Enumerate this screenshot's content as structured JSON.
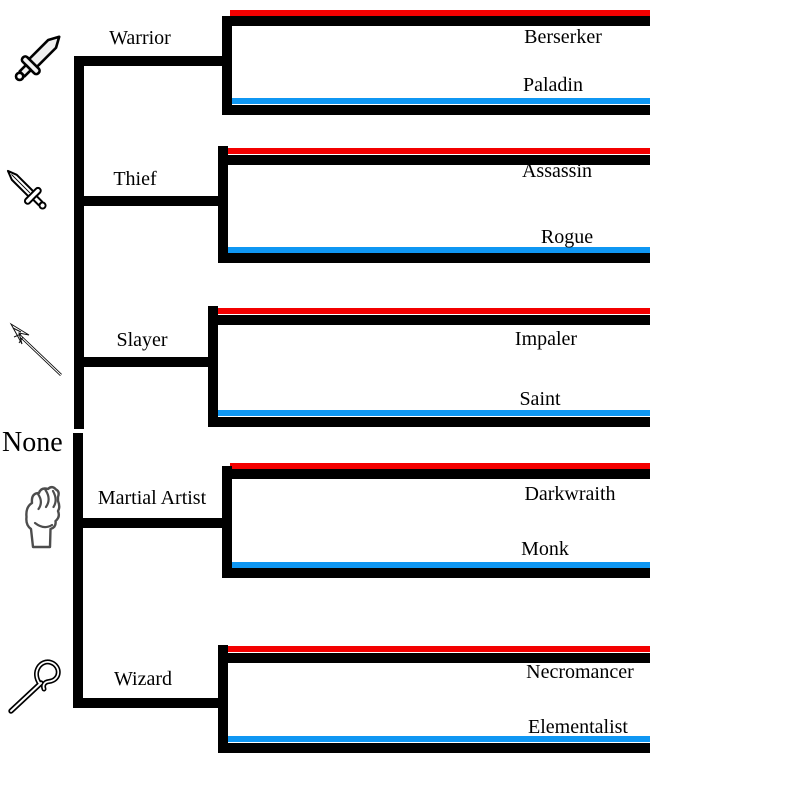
{
  "diagram": {
    "root": {
      "label": "None"
    },
    "classes": [
      {
        "name": "Warrior",
        "icon": "sword-icon",
        "subclasses": [
          {
            "name": "Berserker",
            "line_color": "#F30000"
          },
          {
            "name": "Paladin",
            "line_color": "#0F97F3"
          }
        ]
      },
      {
        "name": "Thief",
        "icon": "dagger-icon",
        "subclasses": [
          {
            "name": "Assassin",
            "line_color": "#F30000"
          },
          {
            "name": "Rogue",
            "line_color": "#0F97F3"
          }
        ]
      },
      {
        "name": "Slayer",
        "icon": "spear-icon",
        "subclasses": [
          {
            "name": "Impaler",
            "line_color": "#F30000"
          },
          {
            "name": "Saint",
            "line_color": "#0F97F3"
          }
        ]
      },
      {
        "name": "Martial Artist",
        "icon": "fist-icon",
        "subclasses": [
          {
            "name": "Darkwraith",
            "line_color": "#F30000"
          },
          {
            "name": "Monk",
            "line_color": "#0F97F3"
          }
        ]
      },
      {
        "name": "Wizard",
        "icon": "staff-icon",
        "subclasses": [
          {
            "name": "Necromancer",
            "line_color": "#F30000"
          },
          {
            "name": "Elementalist",
            "line_color": "#0F97F3"
          }
        ]
      }
    ],
    "colors": {
      "advanced_line": "#F30000",
      "alternate_line": "#0F97F3",
      "tree_line": "#000000"
    }
  }
}
